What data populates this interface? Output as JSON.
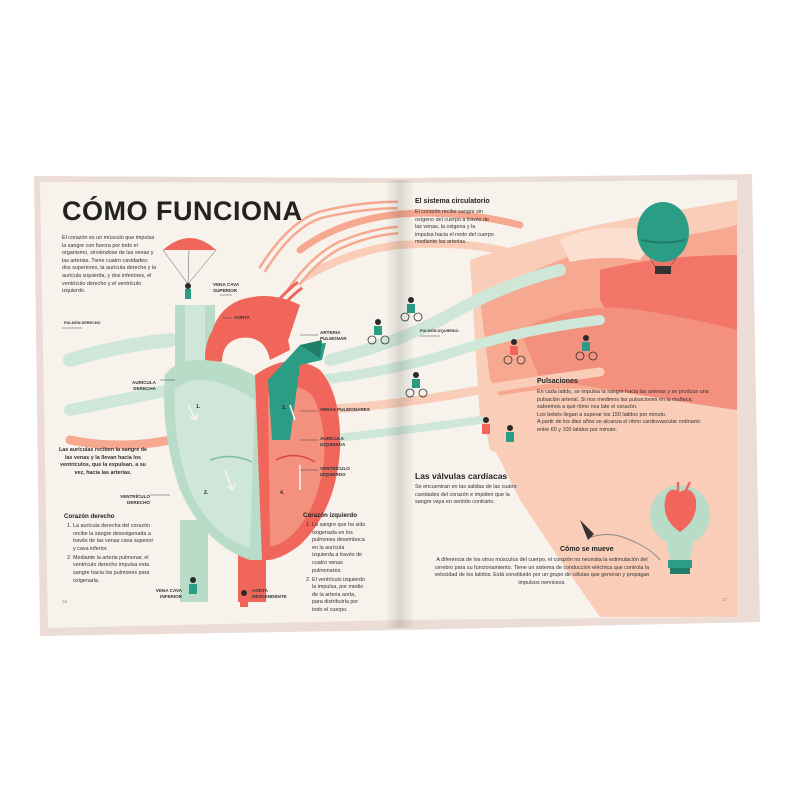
{
  "left_page": {
    "title": "CÓMO FUNCIONA",
    "intro": "El corazón es un músculo que impulsa la sangre con fuerza por todo el organismo, sirviéndose de las venas y las arterias. Tiene cuatro cavidades: dos superiores, la aurícula derecha y la aurícula izquierda, y dos inferiores, el ventrículo derecho y el ventrículo izquierdo.",
    "labels": {
      "vena_cava_superior": "Vena cava superior",
      "aorta": "Aorta",
      "arteria_pulmonar": "Arteria pulmonar",
      "auricula_derecha": "Aurícula derecha",
      "venas_pulmonares": "Venas pulmonares",
      "auricula_izquierda": "Aurícula izquierda",
      "ventriculo_izquierdo": "Ventrículo izquierdo",
      "ventriculo_derecho": "Ventrículo derecho",
      "vena_cava_inferior": "Vena cava inferior",
      "aorta_descendente": "Aorta descendente",
      "pulmon_derecho": "Pulmón derecho",
      "pulmon_izquierdo": "Pulmón izquierdo"
    },
    "auricles_note": "Las aurículas reciben la sangre de las venas y la llevan hacia los ventrículos, que la expulsan, a su vez, hacia las arterias.",
    "heart_nums": [
      "1.",
      "2.",
      "3.",
      "4."
    ],
    "corazon_derecho": {
      "heading": "Corazón derecho",
      "items": [
        "La aurícula derecha del corazón recibe la sangre desoxigenada a través de las venas cava superior y cava inferior.",
        "Mediante la arteria pulmonar, el ventrículo derecho impulsa esta sangre hacia los pulmones para oxigenarla."
      ]
    },
    "corazon_izquierdo": {
      "heading": "Corazón izquierdo",
      "items": [
        "La sangre que ha sido oxigenada en los pulmones desemboca en la aurícula izquierda a través de cuatro venas pulmonares.",
        "El ventrículo izquierdo la impulsa, por medio de la arteria aorta, para distribuirla por todo el cuerpo."
      ]
    },
    "page_number": "16"
  },
  "right_page": {
    "sistema": {
      "heading": "El sistema circulatorio",
      "text": "El corazón recibe sangre sin oxígeno del cuerpo a través de las venas, la oxigena y la impulsa hacia el resto del cuerpo mediante las arterias."
    },
    "pulsaciones": {
      "heading": "Pulsaciones",
      "p1": "En cada latido, se impulsa la sangre hacia las arterias y se produce una pulsación arterial. Si nos medimos las pulsaciones en la muñeca, sabremos a qué ritmo nos late el corazón.",
      "p2": "Los bebés llegan a superar los 150 latidos por minuto.",
      "p3": "A partir de los diez años se alcanza el ritmo cardiovascular ordinario: entre 60 y 100 latidos por minuto."
    },
    "valvulas": {
      "heading": "Las válvulas cardíacas",
      "text": "Se encuentran en las salidas de las cuatro cavidades del corazón e impiden que la sangre vaya en sentido contrario."
    },
    "como_se_mueve": {
      "heading": "Cómo se mueve",
      "text": "A diferencia de los otros músculos del cuerpo, el corazón no necesita la estimulación del cerebro para su funcionamiento. Tiene un sistema de conducción eléctrica que controla la velocidad de los latidos. Está constituido por un grupo de células que generan y propagan impulsos nerviosos."
    },
    "page_number": "17"
  },
  "colors": {
    "paper": "#f7f3ec",
    "mint": "#b9dcc8",
    "teal": "#2a9d84",
    "coral": "#f0665a",
    "salmon": "#f6a990",
    "peach": "#f9cdb8",
    "pink_cover": "#ecdcd6"
  }
}
